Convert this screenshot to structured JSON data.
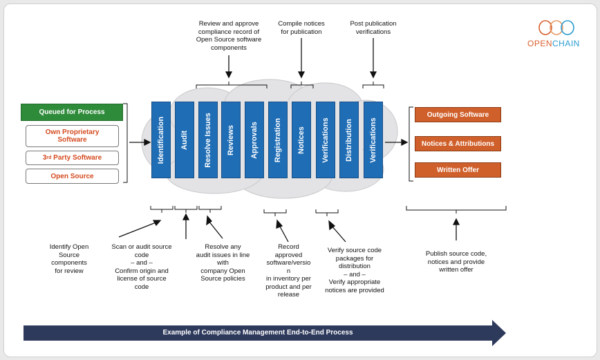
{
  "logo": {
    "name": "OPENCHAIN",
    "name_part1": "OPEN",
    "name_part2": "CHAIN",
    "color_open": "#d95f2e",
    "color_chain": "#2a9bd0"
  },
  "top_labels": [
    {
      "lines": [
        "Review and approve",
        "compliance record of",
        "Open Source software",
        "components"
      ]
    },
    {
      "lines": [
        "Compile notices",
        "for publication"
      ]
    },
    {
      "lines": [
        "Post publication",
        "verifications"
      ]
    }
  ],
  "inputs": {
    "queued": "Queued for Process",
    "items": [
      {
        "line1": "Own Proprietary",
        "line2": "Software"
      },
      {
        "prefix": "3",
        "sup": "rd",
        "suffix": " Party Software"
      },
      {
        "line1": "Open Source"
      }
    ]
  },
  "stages": [
    "Identification",
    "Audit",
    "Resolve Issues",
    "Reviews",
    "Approvals",
    "Registration",
    "Notices",
    "Verifications",
    "Distribution",
    "Verifications"
  ],
  "outputs": [
    "Outgoing Software",
    "Notices & Attributions",
    "Written Offer"
  ],
  "bottom_labels": [
    {
      "lines": [
        "Identify Open",
        "Source",
        "components",
        "for review"
      ]
    },
    {
      "lines": [
        "Scan or audit source",
        "code",
        "– and –",
        "Confirm origin and",
        "license of source",
        "code"
      ]
    },
    {
      "lines": [
        "Resolve any",
        "audit issues in line",
        "with",
        "company Open",
        "Source policies"
      ]
    },
    {
      "lines": [
        "Record",
        "approved",
        "software/versio",
        "n",
        "in inventory per",
        "product and per",
        "release"
      ]
    },
    {
      "lines": [
        "Verify source code",
        "packages for",
        "distribution",
        "– and –",
        "Verify appropriate",
        "notices are provided"
      ]
    },
    {
      "lines": [
        "Publish source code,",
        "notices and provide",
        "written offer"
      ]
    }
  ],
  "footer": "Example of Compliance Management End-to-End Process",
  "colors": {
    "stage": "#1f6db5",
    "queued": "#2e8b3a",
    "output": "#d0602b",
    "input_text": "#d44a1f",
    "footer": "#2e3a5c"
  }
}
